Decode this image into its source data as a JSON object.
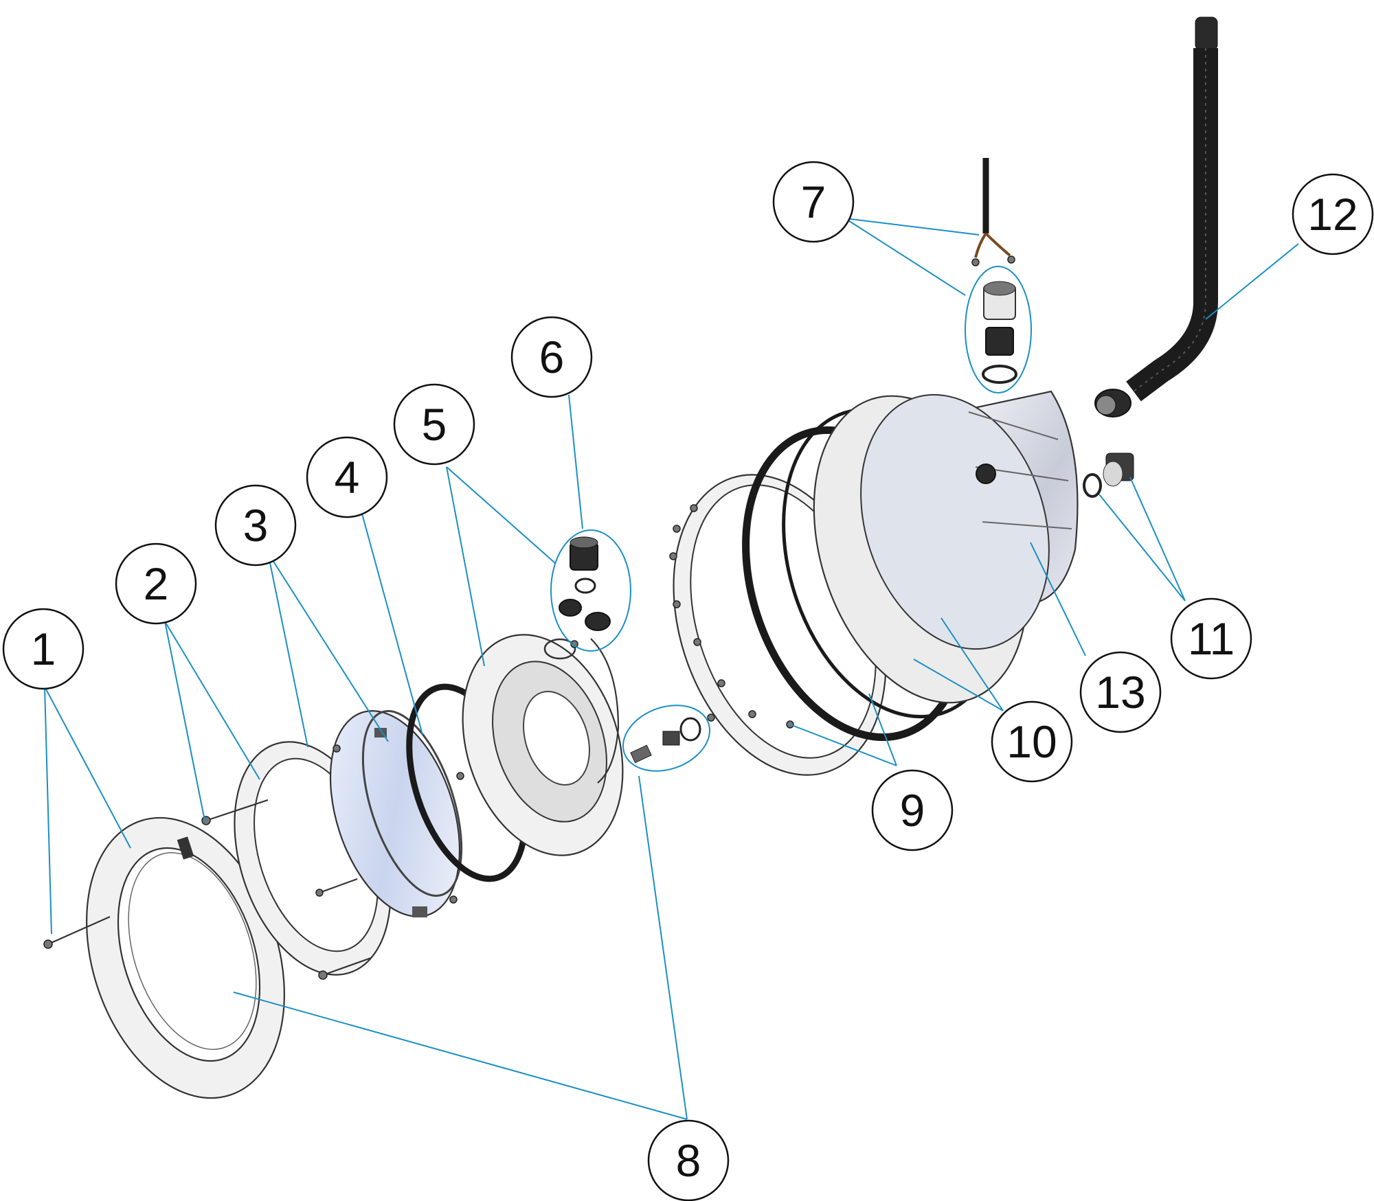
{
  "diagram": {
    "callouts": [
      {
        "label": "1"
      },
      {
        "label": "2"
      },
      {
        "label": "3"
      },
      {
        "label": "4"
      },
      {
        "label": "5"
      },
      {
        "label": "6"
      },
      {
        "label": "7"
      },
      {
        "label": "8"
      },
      {
        "label": "9"
      },
      {
        "label": "10"
      },
      {
        "label": "11"
      },
      {
        "label": "12"
      },
      {
        "label": "13"
      }
    ],
    "colors": {
      "leader": "#1a8fc4",
      "outline": "#333333",
      "lens": "#dfe6f5"
    }
  }
}
